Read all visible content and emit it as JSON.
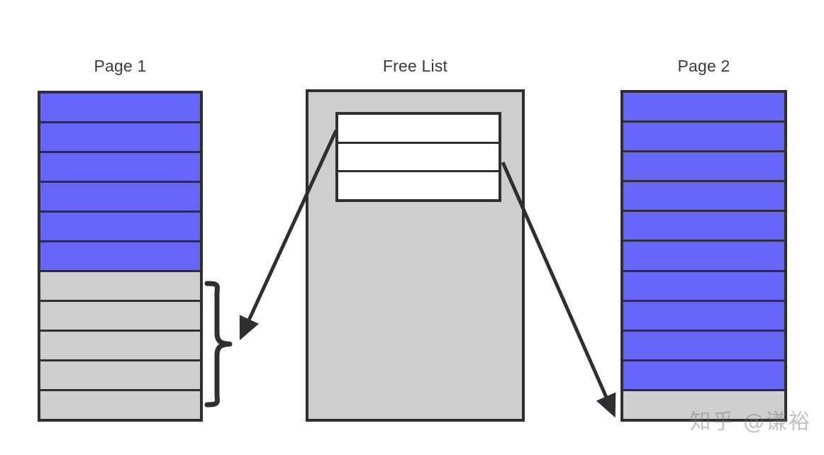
{
  "diagram": {
    "title_page_1": "Page 1",
    "title_free_list": "Free List",
    "title_page_2": "Page 2",
    "watermark": "知乎 @谦裕",
    "colors": {
      "used_slot": "#6666FB",
      "free_slot": "#CECECE",
      "border": "#2E2E33",
      "free_list_background": "#CECECE",
      "free_entry_background": "#FFFFFF",
      "title_text": "#3A3A3A",
      "canvas": "#FFFFFF"
    },
    "page_1": {
      "label": "Page 1",
      "slot_count": 11,
      "used_count": 6,
      "free_count": 5,
      "slots": [
        {
          "index": 1,
          "state": "used"
        },
        {
          "index": 2,
          "state": "used"
        },
        {
          "index": 3,
          "state": "used"
        },
        {
          "index": 4,
          "state": "used"
        },
        {
          "index": 5,
          "state": "used"
        },
        {
          "index": 6,
          "state": "used"
        },
        {
          "index": 7,
          "state": "free"
        },
        {
          "index": 8,
          "state": "free"
        },
        {
          "index": 9,
          "state": "free"
        },
        {
          "index": 10,
          "state": "free"
        },
        {
          "index": 11,
          "state": "free"
        }
      ]
    },
    "free_list": {
      "label": "Free List",
      "entry_count": 3,
      "entries": [
        {
          "index": 1,
          "text": ""
        },
        {
          "index": 2,
          "text": ""
        },
        {
          "index": 3,
          "text": ""
        }
      ]
    },
    "page_2": {
      "label": "Page 2",
      "slot_count": 11,
      "used_count": 10,
      "free_count": 1,
      "slots": [
        {
          "index": 1,
          "state": "used"
        },
        {
          "index": 2,
          "state": "used"
        },
        {
          "index": 3,
          "state": "used"
        },
        {
          "index": 4,
          "state": "used"
        },
        {
          "index": 5,
          "state": "used"
        },
        {
          "index": 6,
          "state": "used"
        },
        {
          "index": 7,
          "state": "used"
        },
        {
          "index": 8,
          "state": "used"
        },
        {
          "index": 9,
          "state": "used"
        },
        {
          "index": 10,
          "state": "used"
        },
        {
          "index": 11,
          "state": "free"
        }
      ]
    },
    "connectors": [
      {
        "name": "brace-page-1-free-slots",
        "kind": "curly-brace",
        "from": "page-1-free-slots",
        "to": "free-list-pointer",
        "label": ""
      },
      {
        "name": "arrow-free-list-to-page-1",
        "kind": "arrow",
        "from": "free-list-entry-1",
        "to": "page-1-free-slots",
        "label": ""
      },
      {
        "name": "arrow-free-list-to-page-2",
        "kind": "arrow",
        "from": "free-list-entry-2",
        "to": "page-2-free-slot",
        "label": ""
      }
    ]
  }
}
